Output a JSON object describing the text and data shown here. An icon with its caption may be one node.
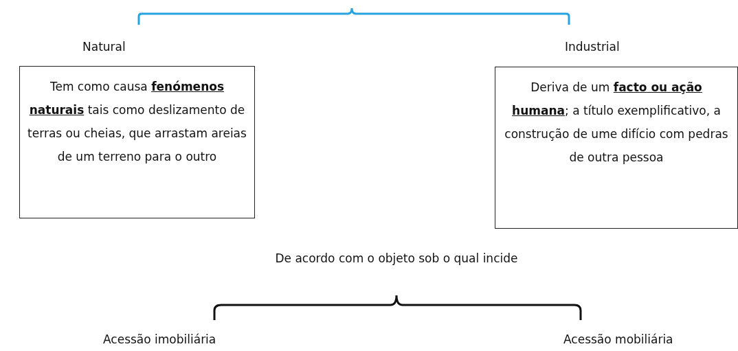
{
  "diagram": {
    "nodes": [
      {
        "text": [
          "Natural",
          "Tem como causa **fenómenos naturais** tais como deslizamento de terras ou cheias, que arrastam areias de um terreno para o outro"
        ]
      },
      {
        "text": [
          "Industrial",
          "Deriva de um **facto ou ação humana**; a título exemplificativo, a construção de ume difício com pedras de outra pessoa"
        ]
      }
    ],
    "labels": [
      "De acordo com o objeto sob o qual incide",
      "Acessão imobiliária",
      "Acessão mobiliária"
    ]
  }
}
